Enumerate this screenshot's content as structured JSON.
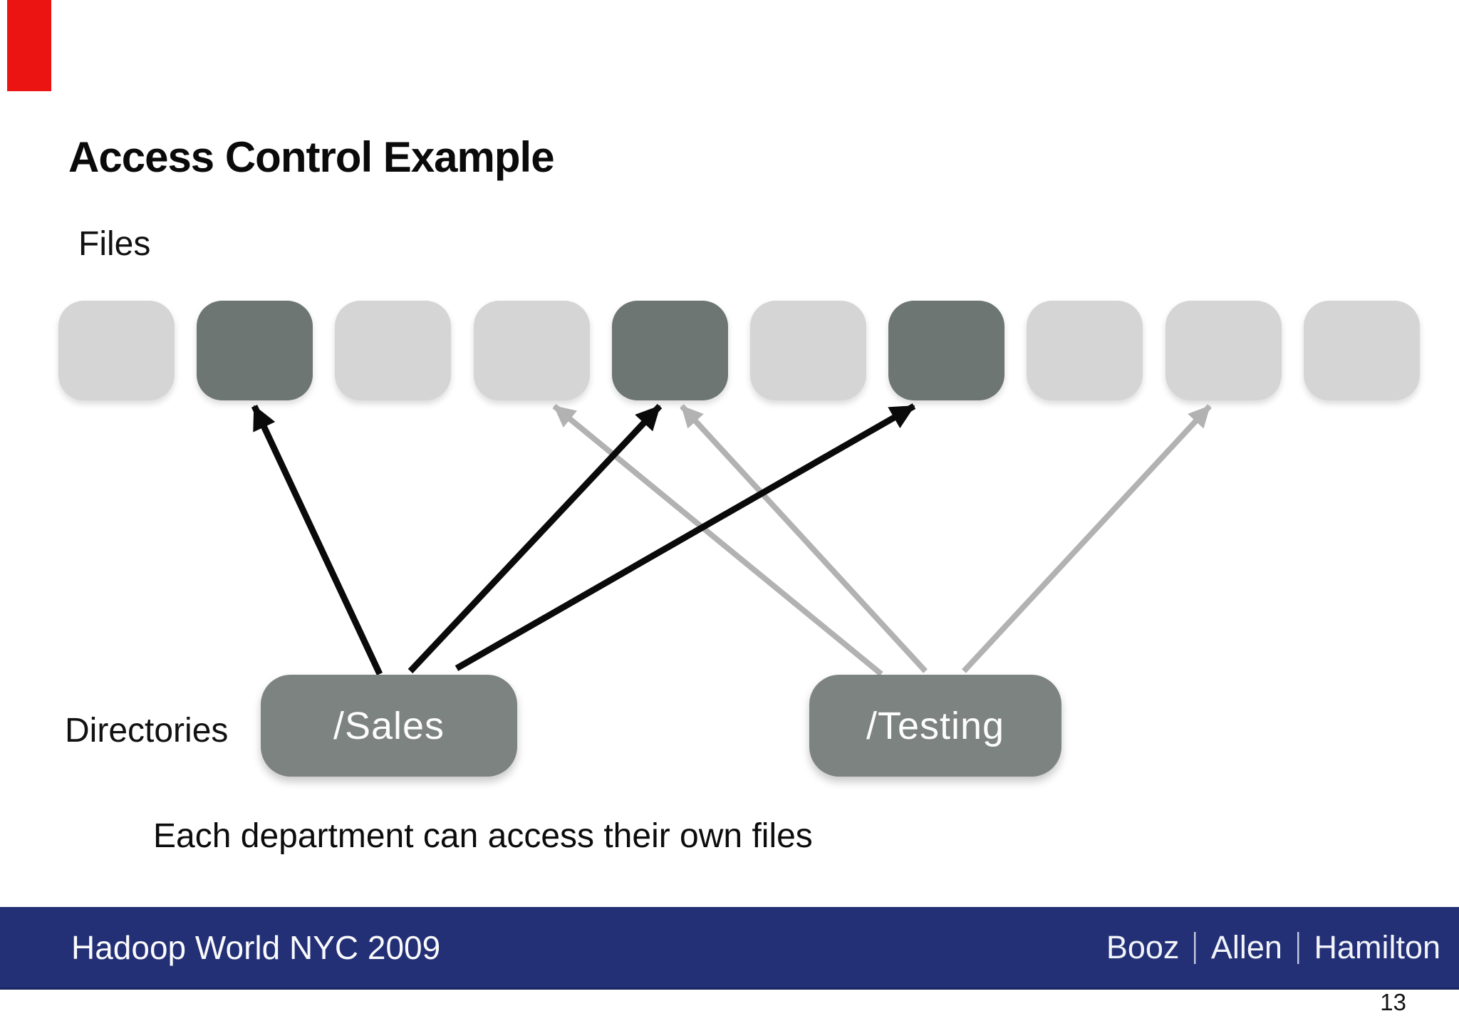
{
  "slide": {
    "title": "Access Control Example",
    "files_label": "Files",
    "directories_label": "Directories",
    "caption": "Each department can access their own files",
    "page_number": "13"
  },
  "files": [
    {
      "index": 1,
      "highlighted": false
    },
    {
      "index": 2,
      "highlighted": true
    },
    {
      "index": 3,
      "highlighted": false
    },
    {
      "index": 4,
      "highlighted": false
    },
    {
      "index": 5,
      "highlighted": true
    },
    {
      "index": 6,
      "highlighted": false
    },
    {
      "index": 7,
      "highlighted": true
    },
    {
      "index": 8,
      "highlighted": false
    },
    {
      "index": 9,
      "highlighted": false
    },
    {
      "index": 10,
      "highlighted": false
    }
  ],
  "directories": [
    {
      "id": "sales",
      "label": "/Sales"
    },
    {
      "id": "testing",
      "label": "/Testing"
    }
  ],
  "access_arrows": [
    {
      "from": "sales",
      "file": 2,
      "style": "black"
    },
    {
      "from": "sales",
      "file": 5,
      "style": "black"
    },
    {
      "from": "sales",
      "file": 7,
      "style": "black"
    },
    {
      "from": "testing",
      "file": 4,
      "style": "gray"
    },
    {
      "from": "testing",
      "file": 5,
      "style": "gray"
    },
    {
      "from": "testing",
      "file": 9,
      "style": "gray"
    }
  ],
  "footer": {
    "left_text": "Hadoop World NYC 2009",
    "brand_words": [
      "Booz",
      "Allen",
      "Hamilton"
    ],
    "brand_separator": "|"
  },
  "colors": {
    "file_default": "#d4d5d4",
    "file_highlight": "#6d7672",
    "directory_fill": "#7d8381",
    "arrow_black": "#0a0a0a",
    "arrow_gray": "#b1b2b1",
    "footer_bar": "#233076",
    "accent_red": "#ec1313",
    "page_background": "#ffffff"
  }
}
